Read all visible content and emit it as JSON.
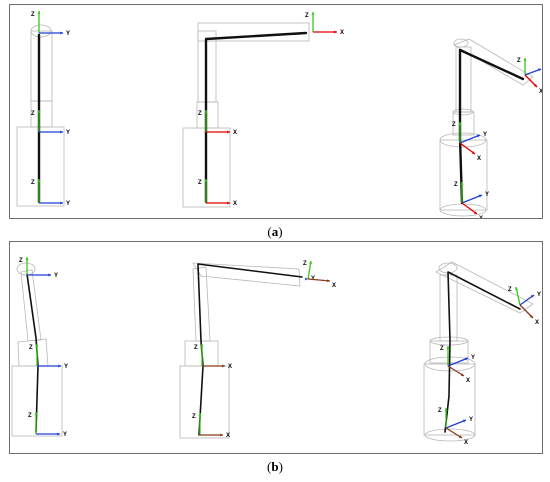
{
  "captions": {
    "a": "a",
    "b": "b"
  },
  "axis_labels": {
    "x": "X",
    "y": "Y",
    "z": "Z"
  },
  "colors": {
    "x_axis": "#e00000",
    "y_axis": "#1f3fd6",
    "z_axis": "#39c51a",
    "x_axis_b": "#8a3b1c",
    "outline": "#b8b8b8",
    "link": "#111111"
  }
}
